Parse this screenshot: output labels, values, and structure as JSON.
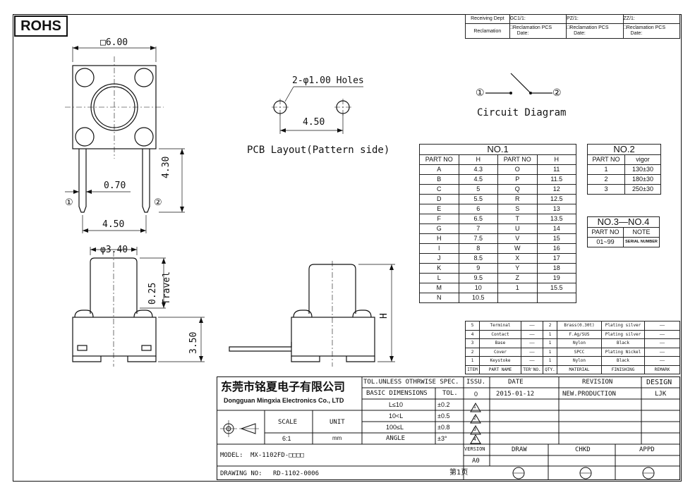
{
  "rohs": "ROHS",
  "receiving": {
    "row1": [
      "Receiving Dept",
      "GC1/1:",
      "PZ/1:",
      "ZZ/1:"
    ],
    "row2_label": "Reclamation",
    "row2_cell": "□Reclamation  PCS",
    "row2_date": "Date:"
  },
  "dims": {
    "square": "□6.00",
    "pin_gap": "0.70",
    "pin_pitch": "4.50",
    "pin_height": "4.30",
    "pin1": "①",
    "pin2": "②",
    "cap_diameter": "φ3.40",
    "travel_value": "0.25",
    "travel_label": "Travel",
    "body_height": "3.50",
    "side_height": "H"
  },
  "pcb": {
    "holes": "2-φ1.00 Holes",
    "spacing": "4.50",
    "caption": "PCB Layout(Pattern side)"
  },
  "circuit": {
    "pin1": "①",
    "pin2": "②",
    "caption": "Circuit Diagram"
  },
  "no1": {
    "title": "NO.1",
    "headers": [
      "PART NO",
      "H",
      "PART NO",
      "H"
    ],
    "rows": [
      [
        "A",
        "4.3",
        "O",
        "11"
      ],
      [
        "B",
        "4.5",
        "P",
        "11.5"
      ],
      [
        "C",
        "5",
        "Q",
        "12"
      ],
      [
        "D",
        "5.5",
        "R",
        "12.5"
      ],
      [
        "E",
        "6",
        "S",
        "13"
      ],
      [
        "F",
        "6.5",
        "T",
        "13.5"
      ],
      [
        "G",
        "7",
        "U",
        "14"
      ],
      [
        "H",
        "7.5",
        "V",
        "15"
      ],
      [
        "I",
        "8",
        "W",
        "16"
      ],
      [
        "J",
        "8.5",
        "X",
        "17"
      ],
      [
        "K",
        "9",
        "Y",
        "18"
      ],
      [
        "L",
        "9.5",
        "Z",
        "19"
      ],
      [
        "M",
        "10",
        "1",
        "15.5"
      ],
      [
        "N",
        "10.5",
        "",
        ""
      ]
    ]
  },
  "no2": {
    "title": "NO.2",
    "headers": [
      "PART NO",
      "vigor"
    ],
    "rows": [
      [
        "1",
        "130±30"
      ],
      [
        "2",
        "180±30"
      ],
      [
        "3",
        "250±30"
      ]
    ]
  },
  "no34": {
    "title": "NO.3—NO.4",
    "headers": [
      "PART NO",
      "NOTE"
    ],
    "rows": [
      [
        "01~99",
        "SERIAL NUMBER"
      ]
    ]
  },
  "bom": {
    "rows": [
      [
        "5",
        "Terminal",
        "——",
        "2",
        "Brass(0.30t)",
        "Plating silver",
        "——"
      ],
      [
        "4",
        "Contact",
        "——",
        "1",
        "F.Ag/SUS",
        "Plating silver",
        "——"
      ],
      [
        "3",
        "Base",
        "——",
        "1",
        "Nylon",
        "Black",
        "——"
      ],
      [
        "2",
        "Cover",
        "——",
        "1",
        "SPCC",
        "Plating Nickel",
        "——"
      ],
      [
        "1",
        "Keystoke",
        "——",
        "1",
        "Nylon",
        "Black",
        "——"
      ]
    ],
    "headers": [
      "ITEM",
      "PART NAME",
      "TER'NO.",
      "QTY.",
      "MATERIAL",
      "FINISHING",
      "REMARK"
    ]
  },
  "title_block": {
    "company_cn": "东莞市铭夏电子有限公司",
    "company_en": "Dongguan Mingxia Electronics Co., LTD",
    "tol_header": "TOL.UNLESS OTHRWISE SPEC.",
    "basic_dims": "BASIC DIMENSIONS",
    "tol": "TOL.",
    "tol_rows": [
      [
        "L≤10",
        "±0.2"
      ],
      [
        "10<L",
        "±0.5"
      ],
      [
        "100≤L",
        "±0.8"
      ],
      [
        "ANGLE",
        "±3°"
      ]
    ],
    "scale_label": "SCALE",
    "unit_label": "UNIT",
    "scale_value": "6:1",
    "unit_value": "mm",
    "issu": "ISSU.",
    "date": "DATE",
    "revision": "REVISION",
    "design": "DESIGN",
    "rev_issue": "0",
    "rev_date": "2015-01-12",
    "rev_text": "NEW.PRODUCTION",
    "rev_design": "LJK",
    "rev_marks": [
      "1",
      "2",
      "3",
      "4"
    ],
    "version_label": "VERSION",
    "version_value": "A0",
    "draw": "DRAW",
    "chkd": "CHKD",
    "appd": "APPD",
    "model_label": "MODEL:",
    "model_value": "MX-1102FD-□□□□",
    "drawing_label": "DRAWING NO:",
    "drawing_value": "RD-1102-0006",
    "sheet": "第1页"
  }
}
